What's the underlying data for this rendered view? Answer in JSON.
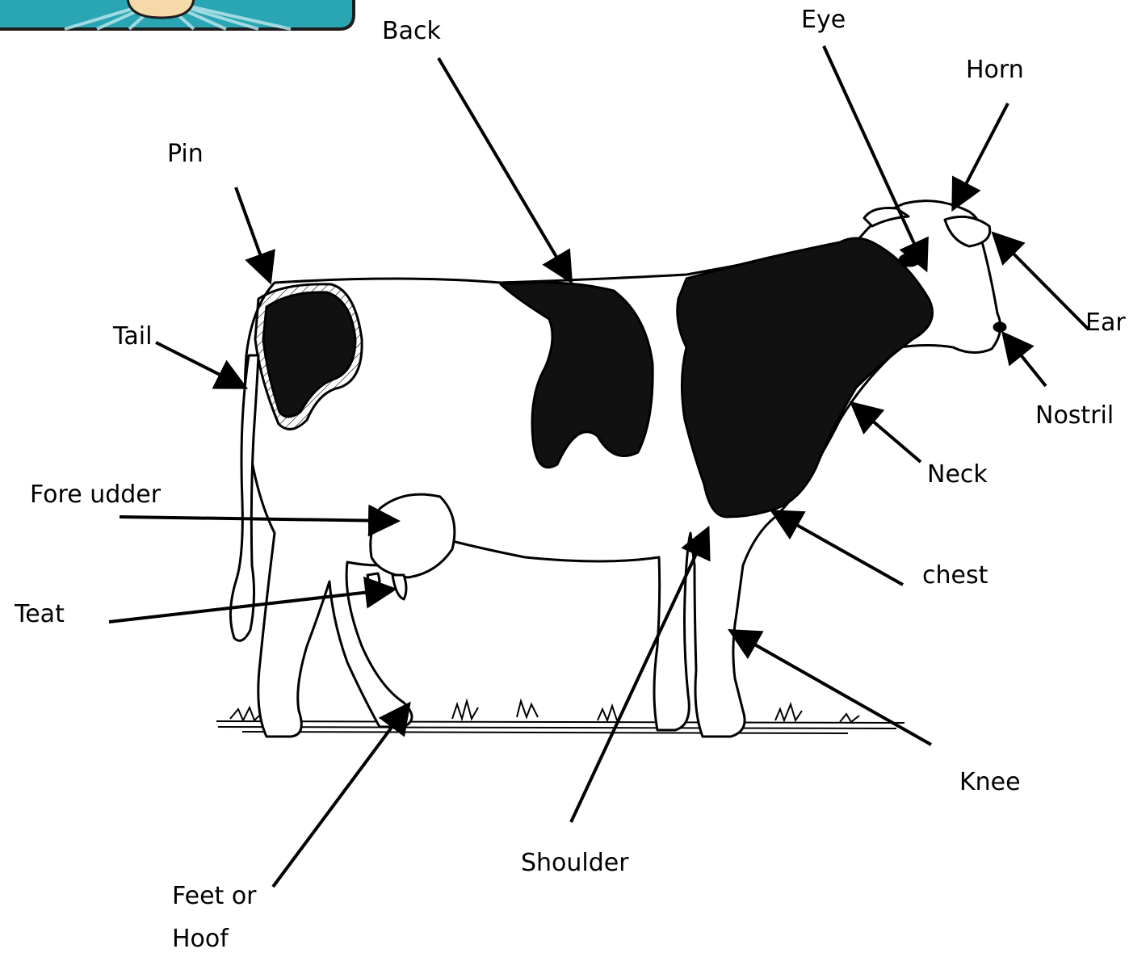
{
  "diagram": {
    "labels": {
      "back": "Back",
      "eye": "Eye",
      "horn": "Horn",
      "pin": "Pin",
      "tail": "Tail",
      "ear": "Ear",
      "nostril": "Nostril",
      "neck": "Neck",
      "fore_udder": "Fore udder",
      "chest": "chest",
      "teat": "Teat",
      "knee": "Knee",
      "shoulder": "Shoulder",
      "feet_line1": "Feet or",
      "feet_line2": "Hoof"
    }
  },
  "colors": {
    "ink": "#000000",
    "banner_fill": "#2aa5b3",
    "banner_rays": "#bfe9ee",
    "banner_border": "#1d1d1d"
  }
}
